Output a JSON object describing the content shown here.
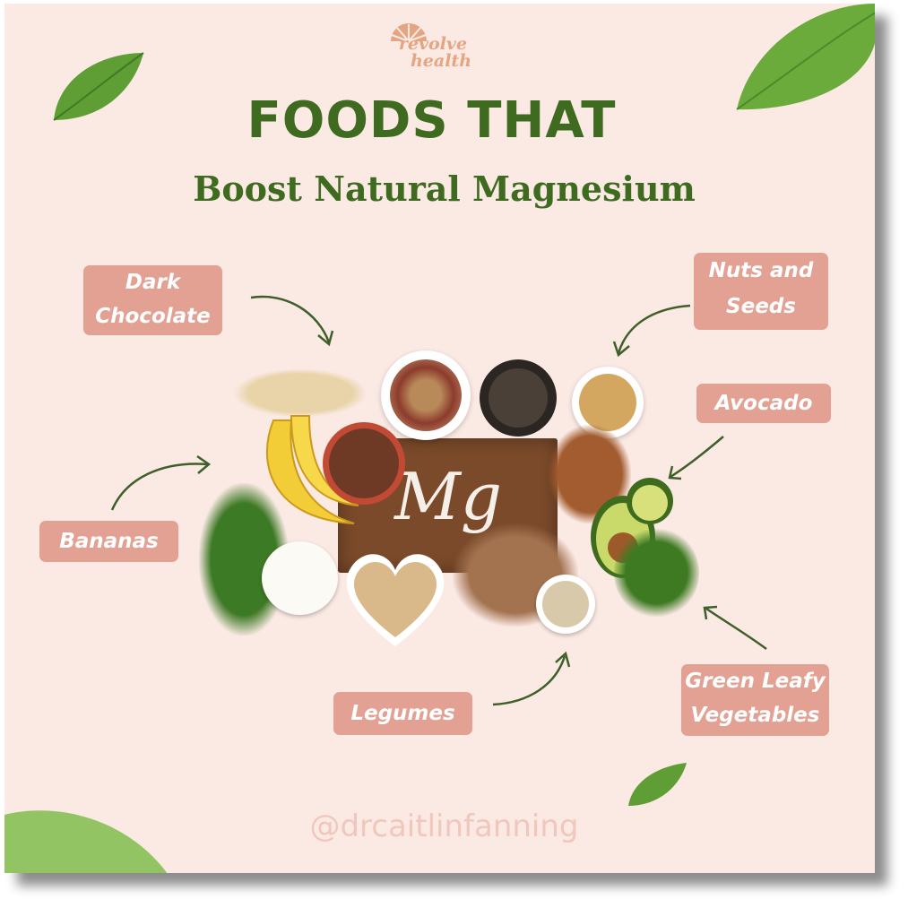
{
  "logo": {
    "line1": "revolve",
    "line2": "health"
  },
  "title": {
    "line1": "FOODS THAT",
    "line2": "Boost Natural Magnesium"
  },
  "labels": {
    "dark_chocolate": [
      "Dark",
      "Chocolate"
    ],
    "nuts_and_seeds": [
      "Nuts and",
      "Seeds"
    ],
    "avocado": "Avocado",
    "bananas": "Bananas",
    "legumes": "Legumes",
    "green_leafy": [
      "Green Leafy",
      "Vegetables"
    ]
  },
  "center_board_text": "Mg",
  "handle": "@drcaitlinfanning",
  "colors": {
    "background": "#fbe9e4",
    "title_green": "#3e6b20",
    "label_pill": "#e2a193",
    "logo": "#e4a583",
    "handle": "#f1c7bd",
    "arrow": "#3f5f2a"
  },
  "icons": [
    "leaf-icon",
    "sun-logo-icon",
    "arrow-icon"
  ]
}
